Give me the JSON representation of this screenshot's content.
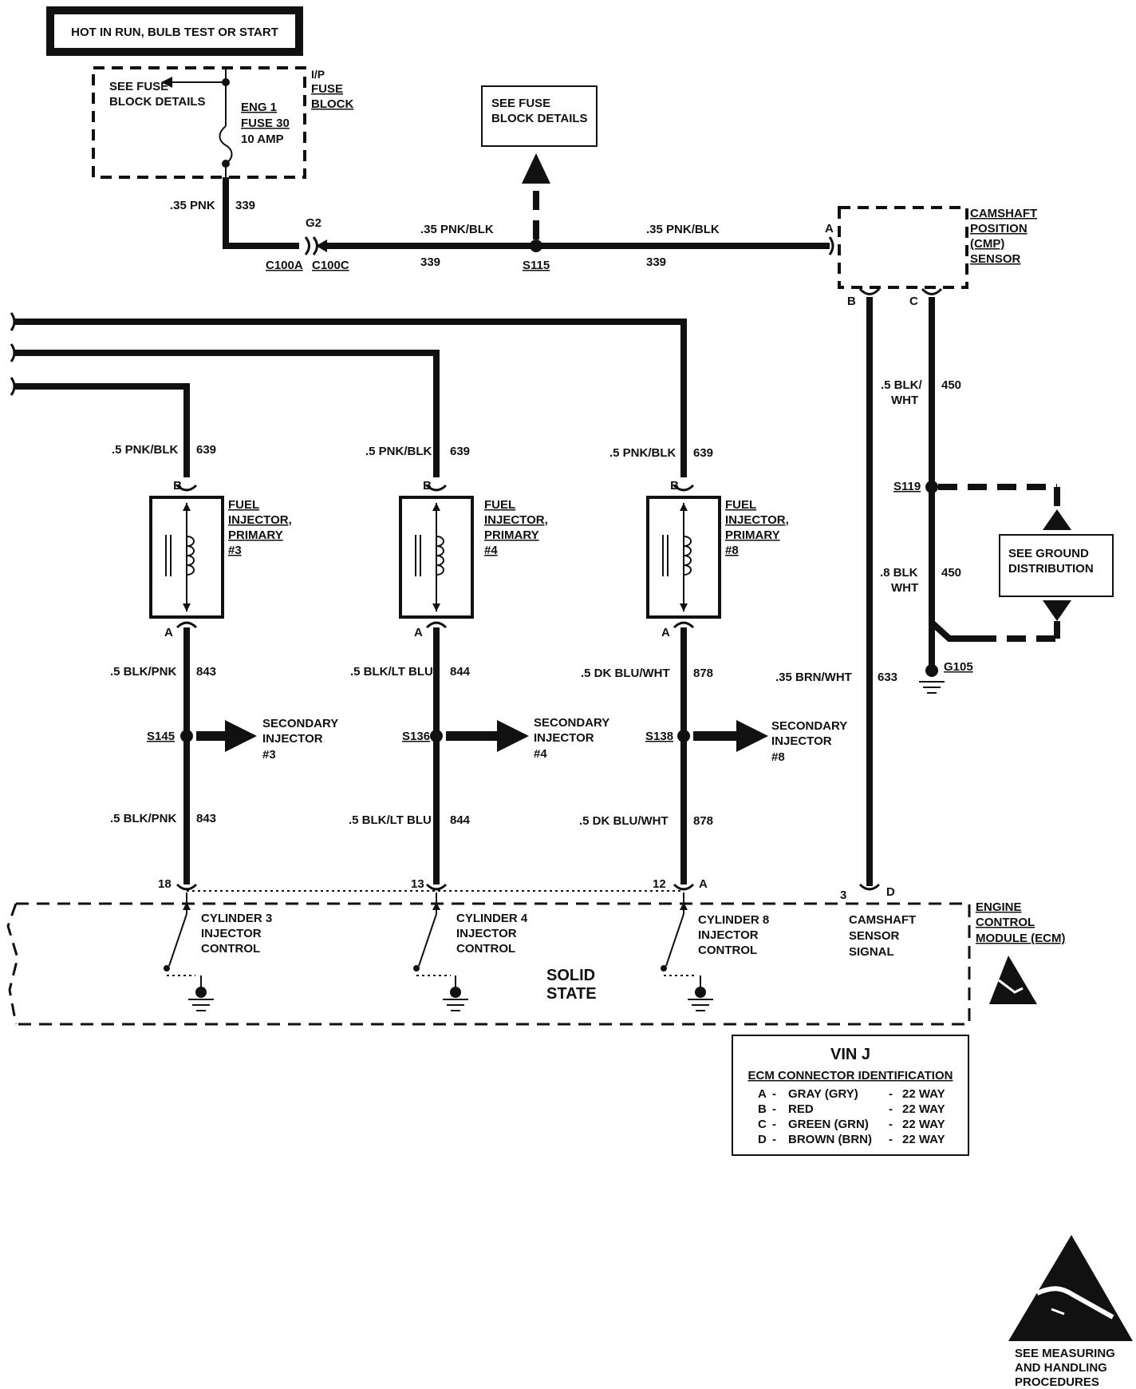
{
  "power_label": "HOT IN RUN, BULB TEST OR START",
  "fuse_block": {
    "see_fuse": [
      "SEE FUSE",
      "BLOCK DETAILS"
    ],
    "fuse": [
      "ENG 1",
      "FUSE 30",
      "10 AMP"
    ],
    "ip_label": [
      "I/P",
      "FUSE",
      "BLOCK"
    ]
  },
  "feed": {
    "wire_left": ".35 PNK",
    "circuit_left": "339",
    "g2": "G2",
    "c100a": "C100A",
    "c100c": "C100C",
    "wire_mid": ".35 PNK/BLK",
    "circuit_mid": "339",
    "s115": "S115",
    "wire_right": ".35 PNK/BLK",
    "circuit_right": "339",
    "see_fuse_box": [
      "SEE FUSE",
      "BLOCK DETAILS"
    ]
  },
  "cmp_sensor": {
    "label": [
      "CAMSHAFT",
      "POSITION",
      "(CMP)",
      "SENSOR"
    ],
    "pin_a": "A",
    "pin_b": "B",
    "pin_c": "C",
    "wire_b": "633",
    "wire_b_color": ".35 BRN/WHT",
    "wire_c1": [
      ".5 BLK/",
      "WHT"
    ],
    "circuit_c1": "450",
    "s119": "S119",
    "wire_c2": [
      ".8 BLK",
      "WHT"
    ],
    "circuit_c2": "450",
    "g105": "G105",
    "see_ground": [
      "SEE GROUND",
      "DISTRIBUTION"
    ]
  },
  "injectors": [
    {
      "pin_b": "B",
      "pin_a": "A",
      "top_wire": ".5 PNK/BLK",
      "top_circuit": "639",
      "label": [
        "FUEL",
        "INJECTOR,",
        "PRIMARY",
        "#3"
      ],
      "bot_wire": ".5 BLK/PNK",
      "bot_circuit": "843",
      "splice": "S145",
      "secondary": [
        "SECONDARY",
        "INJECTOR",
        "#3"
      ],
      "bot_wire2": ".5 BLK/PNK",
      "bot_circuit2": "843",
      "ecm_pin": "18",
      "control": [
        "CYLINDER 3",
        "INJECTOR",
        "CONTROL"
      ]
    },
    {
      "pin_b": "B",
      "pin_a": "A",
      "top_wire": ".5 PNK/BLK",
      "top_circuit": "639",
      "label": [
        "FUEL",
        "INJECTOR,",
        "PRIMARY",
        "#4"
      ],
      "bot_wire": ".5 BLK/LT BLU",
      "bot_circuit": "844",
      "splice": "S136",
      "secondary": [
        "SECONDARY",
        "INJECTOR",
        "#4"
      ],
      "bot_wire2": ".5 BLK/LT BLU",
      "bot_circuit2": "844",
      "ecm_pin": "13",
      "control": [
        "CYLINDER 4",
        "INJECTOR",
        "CONTROL"
      ]
    },
    {
      "pin_b": "B",
      "pin_a": "A",
      "top_wire": ".5 PNK/BLK",
      "top_circuit": "639",
      "label": [
        "FUEL",
        "INJECTOR,",
        "PRIMARY",
        "#8"
      ],
      "bot_wire": ".5 DK BLU/WHT",
      "bot_circuit": "878",
      "splice": "S138",
      "secondary": [
        "SECONDARY",
        "INJECTOR",
        "#8"
      ],
      "bot_wire2": ".5 DK BLU/WHT",
      "bot_circuit2": "878",
      "ecm_pin": "12",
      "ecm_conn": "A",
      "control": [
        "CYLINDER 8",
        "INJECTOR",
        "CONTROL"
      ]
    }
  ],
  "ecm": {
    "cam_pin": "3",
    "cam_conn": "D",
    "cam_signal": [
      "CAMSHAFT",
      "SENSOR",
      "SIGNAL"
    ],
    "solid_state": [
      "SOLID",
      "STATE"
    ],
    "label": [
      "ENGINE",
      "CONTROL",
      "MODULE (ECM)"
    ]
  },
  "legend": {
    "vin": "VIN J",
    "header": "ECM CONNECTOR IDENTIFICATION",
    "rows": [
      {
        "letter": "A",
        "color": "GRAY (GRY)",
        "way": "22 WAY"
      },
      {
        "letter": "B",
        "color": "RED",
        "way": "22 WAY"
      },
      {
        "letter": "C",
        "color": "GREEN (GRN)",
        "way": "22 WAY"
      },
      {
        "letter": "D",
        "color": "BROWN (BRN)",
        "way": "22 WAY"
      }
    ]
  },
  "esd_note": [
    "SEE MEASURING",
    "AND HANDLING",
    "PROCEDURES"
  ]
}
